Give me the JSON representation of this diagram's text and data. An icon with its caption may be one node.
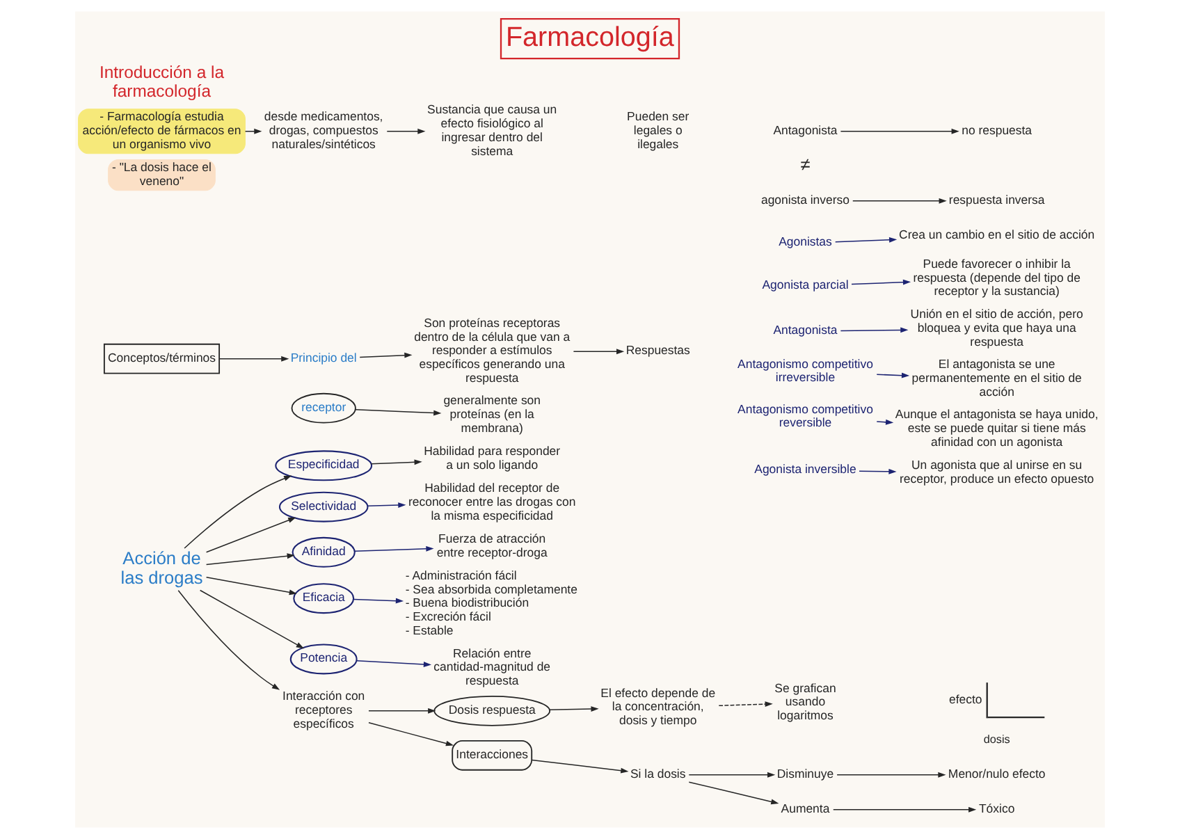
{
  "diagram": {
    "title": "Farmacología",
    "nodes": [
      {
        "text": [
          "Antagonista"
        ]
      },
      {
        "text": [
          "agonista inverso"
        ]
      },
      {
        "text": [
          "no respuesta"
        ]
      },
      {
        "text": [
          "respuesta inversa"
        ]
      },
      {
        "text": [
          "- Farmacología estudia acción/efecto de fármacos en un organismo vivo"
        ]
      },
      {
        "text": [
          "desde medicamentos, drogas, compuestos naturales/sintéticos"
        ]
      },
      {
        "text": [
          "- \"La dosis hace el veneno\""
        ]
      },
      {
        "text": [
          "Son proteínas receptoras dentro de la célula que van a responder a estímulos específicos generando una respuesta"
        ]
      },
      {
        "text": [
          "Respuestas"
        ]
      },
      {
        "text": [
          "Agonistas"
        ]
      },
      {
        "text": [
          "Crea un cambio en el sitio de acción"
        ]
      },
      {
        "text": [
          "Sustancia que causa un efecto fisiológico al ingresar dentro del sistema"
        ]
      },
      {
        "text": [
          "Agonista parcial"
        ]
      },
      {
        "text": [
          "Puede favorecer o inhibir la respuesta (depende del tipo de receptor y la sustancia)"
        ]
      },
      {
        "text": [
          "Principio del"
        ]
      },
      {
        "text": [
          "receptor"
        ]
      },
      {
        "text": [
          "generalmente son proteínas (en la membrana)"
        ]
      },
      {
        "text": [
          "Conceptos/términos"
        ]
      },
      {
        "text": [
          "Antagonista"
        ]
      },
      {
        "text": [
          "Unión en el sitio de acción, pero bloquea y evita que haya una respuesta"
        ]
      },
      {
        "text": [
          "Antagonismo competitivo irreversible"
        ]
      },
      {
        "text": [
          "El antagonista se une permanentemente en el sitio de acción"
        ]
      },
      {
        "text": [
          "Antagonismo competitivo reversible"
        ]
      },
      {
        "text": [
          "Aunque el antagonista se haya unido, este se puede quitar si tiene más afinidad con un agonista"
        ]
      },
      {
        "text": [
          "Agonista inversible"
        ]
      },
      {
        "text": [
          "Un agonista que al unirse en su receptor, produce un efecto opuesto"
        ]
      },
      {
        "text": [
          "Se grafican usando logaritmos"
        ]
      },
      {
        "text": [
          "El efecto depende de la concentración, dosis y tiempo"
        ]
      },
      {
        "text": [
          "Habilidad para responder a un solo ligando"
        ]
      },
      {
        "text": [
          "Menor/nulo efecto"
        ]
      },
      {
        "text": [
          "Tóxico"
        ]
      },
      {
        "text": [
          "Habilidad del receptor de reconocer entre las drogas con la misma especificidad"
        ]
      },
      {
        "text": [
          "Disminuye"
        ]
      },
      {
        "text": [
          "Aumenta"
        ]
      },
      {
        "text": [
          "Dosis respuesta"
        ]
      },
      {
        "text": [
          "Especificidad"
        ]
      },
      {
        "text": [
          "Selectividad"
        ]
      },
      {
        "text": [
          "Si la dosis"
        ]
      },
      {
        "text": [
          "Interacción con receptores específicos"
        ]
      },
      {
        "text": [
          "Acción de las drogas"
        ]
      },
      {
        "text": [
          "Afinidad"
        ]
      },
      {
        "text": [
          "Fuerza de atracción entre receptor-droga"
        ]
      },
      {
        "text": [
          "Interacciones"
        ]
      },
      {
        "text": [
          "Eficacia"
        ]
      },
      {
        "text": [
          "Potencia"
        ]
      },
      {
        "text": [
          "Relación entre cantidad-magnitud de respuesta"
        ]
      },
      {
        "text": [
          "- Administración fácil",
          "- Sea absorbida completamente",
          "- Buena biodistribución",
          "- Excreción fácil",
          "- Estable"
        ]
      }
    ],
    "edges": [
      {
        "from": 0,
        "to": 2,
        "arrow": "to"
      },
      {
        "from": 1,
        "to": 3,
        "arrow": "to"
      },
      {
        "from": 4,
        "to": 5,
        "arrow": "to"
      },
      {
        "from": 5,
        "to": 11,
        "arrow": "to"
      },
      {
        "from": 7,
        "to": 8,
        "arrow": "to"
      },
      {
        "from": 9,
        "to": 10,
        "arrow": "to",
        "color": "#1d2472"
      },
      {
        "from": 12,
        "to": 13,
        "arrow": "to",
        "color": "#1d2472"
      },
      {
        "from": 17,
        "to": 14,
        "arrow": "to"
      },
      {
        "from": 14,
        "to": 7,
        "arrow": "to"
      },
      {
        "from": 15,
        "to": 16,
        "arrow": "to"
      },
      {
        "from": 18,
        "to": 19,
        "arrow": "to",
        "color": "#1d2472"
      },
      {
        "from": 20,
        "to": 21,
        "arrow": "to",
        "color": "#1d2472"
      },
      {
        "from": 22,
        "to": 23,
        "arrow": "to",
        "color": "#1d2472"
      },
      {
        "from": 24,
        "to": 25,
        "arrow": "to",
        "color": "#1d2472"
      },
      {
        "from": 27,
        "to": 26,
        "arrow": "to",
        "style": "dashed"
      },
      {
        "from": 34,
        "to": 27,
        "arrow": "to"
      },
      {
        "from": 38,
        "to": 34,
        "arrow": "to"
      },
      {
        "from": 39,
        "to": 38,
        "arrow": "to"
      },
      {
        "from": 38,
        "to": 42,
        "arrow": "to"
      },
      {
        "from": 42,
        "to": 37,
        "arrow": "to"
      },
      {
        "from": 37,
        "to": 32,
        "arrow": "to"
      },
      {
        "from": 37,
        "to": 33,
        "arrow": "to"
      },
      {
        "from": 32,
        "to": 29,
        "arrow": "to"
      },
      {
        "from": 33,
        "to": 30,
        "arrow": "to"
      },
      {
        "from": 39,
        "to": 35,
        "arrow": "to"
      },
      {
        "from": 35,
        "to": 28,
        "arrow": "to"
      },
      {
        "from": 39,
        "to": 36,
        "arrow": "to"
      },
      {
        "from": 36,
        "to": 31,
        "arrow": "to",
        "color": "#1d2472"
      },
      {
        "from": 39,
        "to": 40,
        "arrow": "to"
      },
      {
        "from": 40,
        "to": 41,
        "arrow": "to",
        "color": "#1d2472"
      },
      {
        "from": 39,
        "to": 43,
        "arrow": "to"
      },
      {
        "from": 39,
        "to": 44,
        "arrow": "to"
      },
      {
        "from": 43,
        "to": 46,
        "arrow": "to",
        "color": "#1d2472"
      },
      {
        "from": 44,
        "to": 45,
        "arrow": "to",
        "color": "#1d2472"
      }
    ],
    "labels": [
      "Introducción a la farmacología",
      "≠",
      "Pueden ser legales o ilegales",
      "efecto",
      "dosis"
    ]
  }
}
